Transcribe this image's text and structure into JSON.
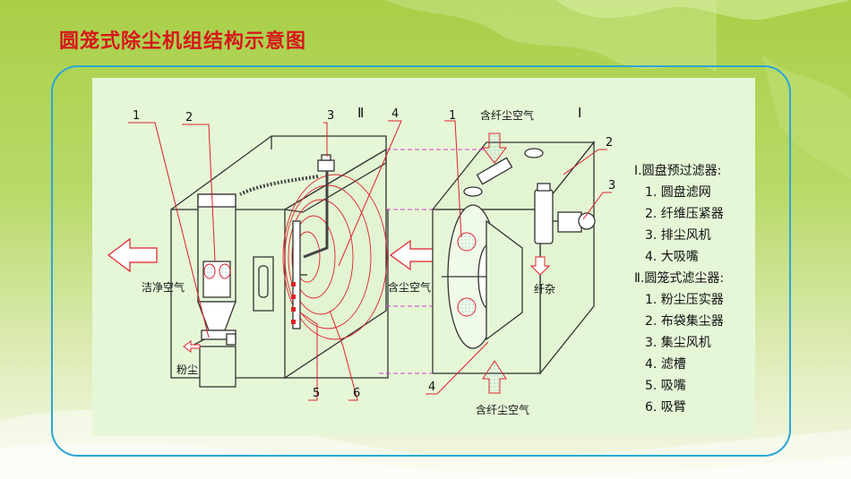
{
  "title": "圆笼式除尘机组结构示意图",
  "diagram": {
    "section_marks": {
      "unit2": "Ⅱ",
      "unit1": "Ⅰ"
    },
    "left_unit_numbers": [
      "1",
      "2",
      "3",
      "4",
      "5",
      "6"
    ],
    "right_unit_numbers": [
      "1",
      "2",
      "3",
      "4"
    ],
    "labels": {
      "clean_air": "洁净空气",
      "dust": "粉尘",
      "dusty_air_mid": "含尘空气",
      "fiber_air_top": "含纤尘空气",
      "fiber_air_bottom": "含纤尘空气",
      "fiber": "纤杂"
    },
    "colors": {
      "leader": "#e0202a",
      "dashed": "#d040c8",
      "outline": "#333333"
    }
  },
  "legend": {
    "section1": "Ⅰ.圆盘预过滤器:",
    "section1_items": [
      "1. 圆盘滤网",
      "2. 纤维压紧器",
      "3. 排尘风机",
      "4. 大吸嘴"
    ],
    "section2": "Ⅱ.圆笼式滤尘器:",
    "section2_items": [
      "1. 粉尘压实器",
      "2. 布袋集尘器",
      "3. 集尘风机",
      "4. 滤槽",
      "5. 吸嘴",
      "6. 吸臂"
    ]
  }
}
